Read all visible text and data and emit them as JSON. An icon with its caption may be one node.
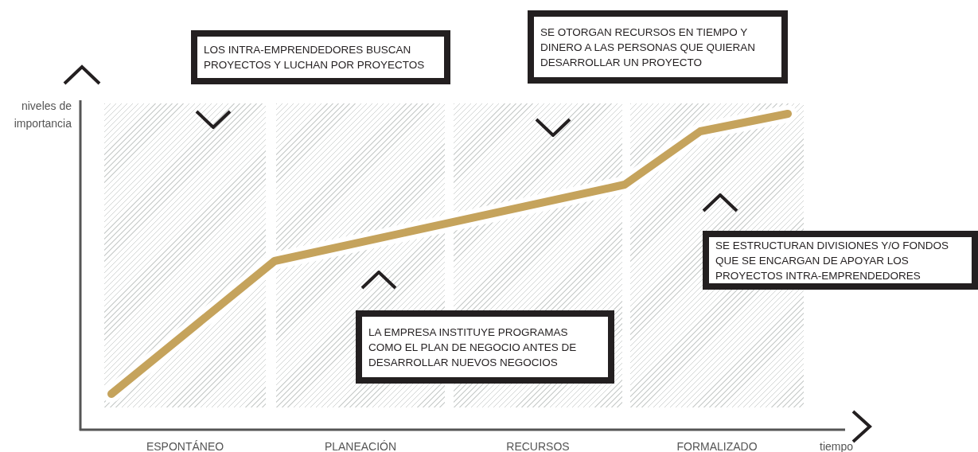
{
  "diagram": {
    "nodes": [
      {
        "text": [
          "LOS INTRA-EMPRENDEDORES BUSCAN PROYECTOS Y LUCHAN POR PROYECTOS"
        ]
      },
      {
        "text": [
          "SE OTORGAN RECURSOS EN TIEMPO Y DINERO A LAS PERSONAS QUE QUIERAN DESARROLLAR UN PROYECTO"
        ]
      },
      {
        "text": [
          "SE ESTRUCTURAN DIVISIONES Y/O FONDOS QUE SE ENCARGAN DE APOYAR LOS PROYECTOS INTRA-EMPRENDEDORES"
        ]
      },
      {
        "text": [
          "LA EMPRESA INSTITUYE PROGRAMAS COMO EL PLAN DE NEGOCIO ANTES DE DESARROLLAR NUEVOS NEGOCIOS"
        ]
      }
    ],
    "labels": [
      "niveles de importancia",
      "ESPONTÁNEO",
      "PLANEACIÓN",
      "RECURSOS",
      "FORMALIZADO",
      "tiempo"
    ]
  }
}
